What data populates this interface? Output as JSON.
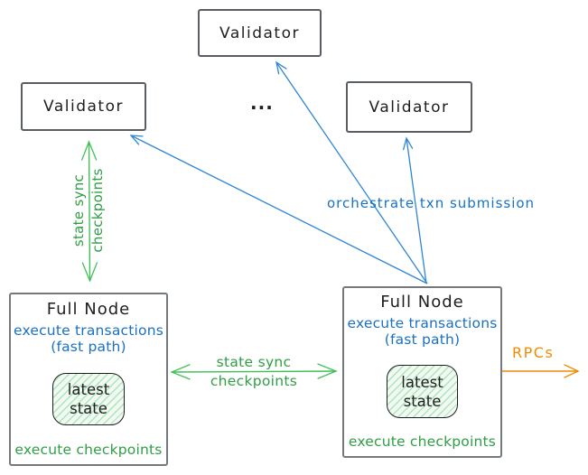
{
  "colors": {
    "ink": "#1e1e1e",
    "blue": "#1971c2",
    "blue-line": "#2f86d4",
    "green": "#2f9e44",
    "green-line": "#40c057",
    "orange": "#f08c00",
    "validator-border": "#585e64",
    "fullnode-border": "#74797e",
    "state-fill": "#f2fbf3"
  },
  "validators": {
    "top": {
      "label": "Validator"
    },
    "left": {
      "label": "Validator"
    },
    "right": {
      "label": "Validator"
    },
    "ellipsis": "..."
  },
  "full_node_left": {
    "title": "Full Node",
    "exec_txn": "execute transactions",
    "fast_path": "(fast path)",
    "state_line1": "latest",
    "state_line2": "state",
    "exec_checkpoints": "execute checkpoints"
  },
  "full_node_right": {
    "title": "Full Node",
    "exec_txn": "execute transactions",
    "fast_path": "(fast path)",
    "state_line1": "latest",
    "state_line2": "state",
    "exec_checkpoints": "execute checkpoints"
  },
  "edges": {
    "state_sync_vertical": {
      "line1": "state sync",
      "line2": "checkpoints"
    },
    "state_sync_horizontal": {
      "line1": "state sync",
      "line2": "checkpoints"
    },
    "orchestrate": {
      "label": "orchestrate txn submission"
    },
    "rpcs": {
      "label": "RPCs"
    }
  }
}
